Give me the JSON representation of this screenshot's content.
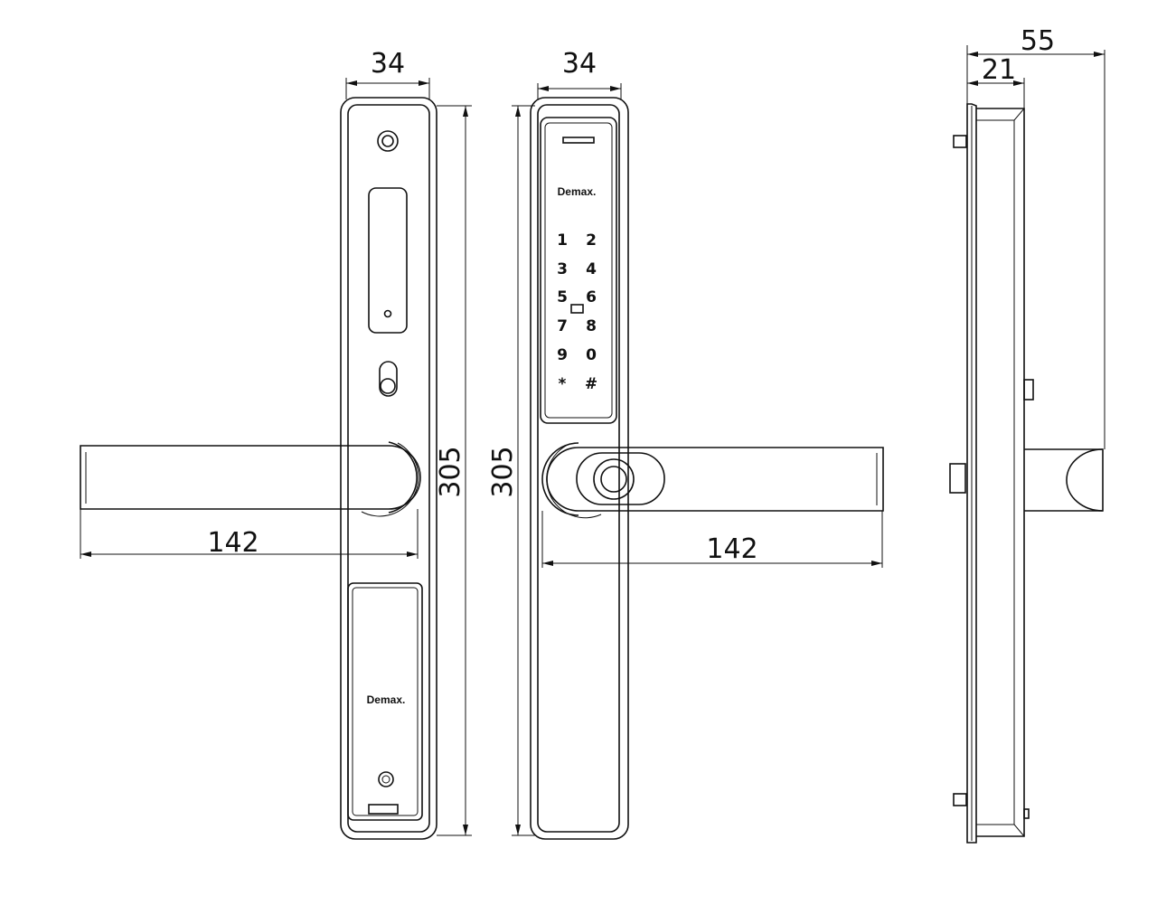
{
  "dimensions": {
    "front_width": "34",
    "back_width": "34",
    "front_height": "305",
    "back_height": "305",
    "front_handle_length": "142",
    "back_handle_length": "142",
    "side_total_depth": "55",
    "side_body_depth": "21"
  },
  "brand": "Demax.",
  "keypad": {
    "keys": [
      "1",
      "2",
      "3",
      "4",
      "5",
      "6",
      "7",
      "8",
      "9",
      "0",
      "*",
      "#"
    ]
  }
}
